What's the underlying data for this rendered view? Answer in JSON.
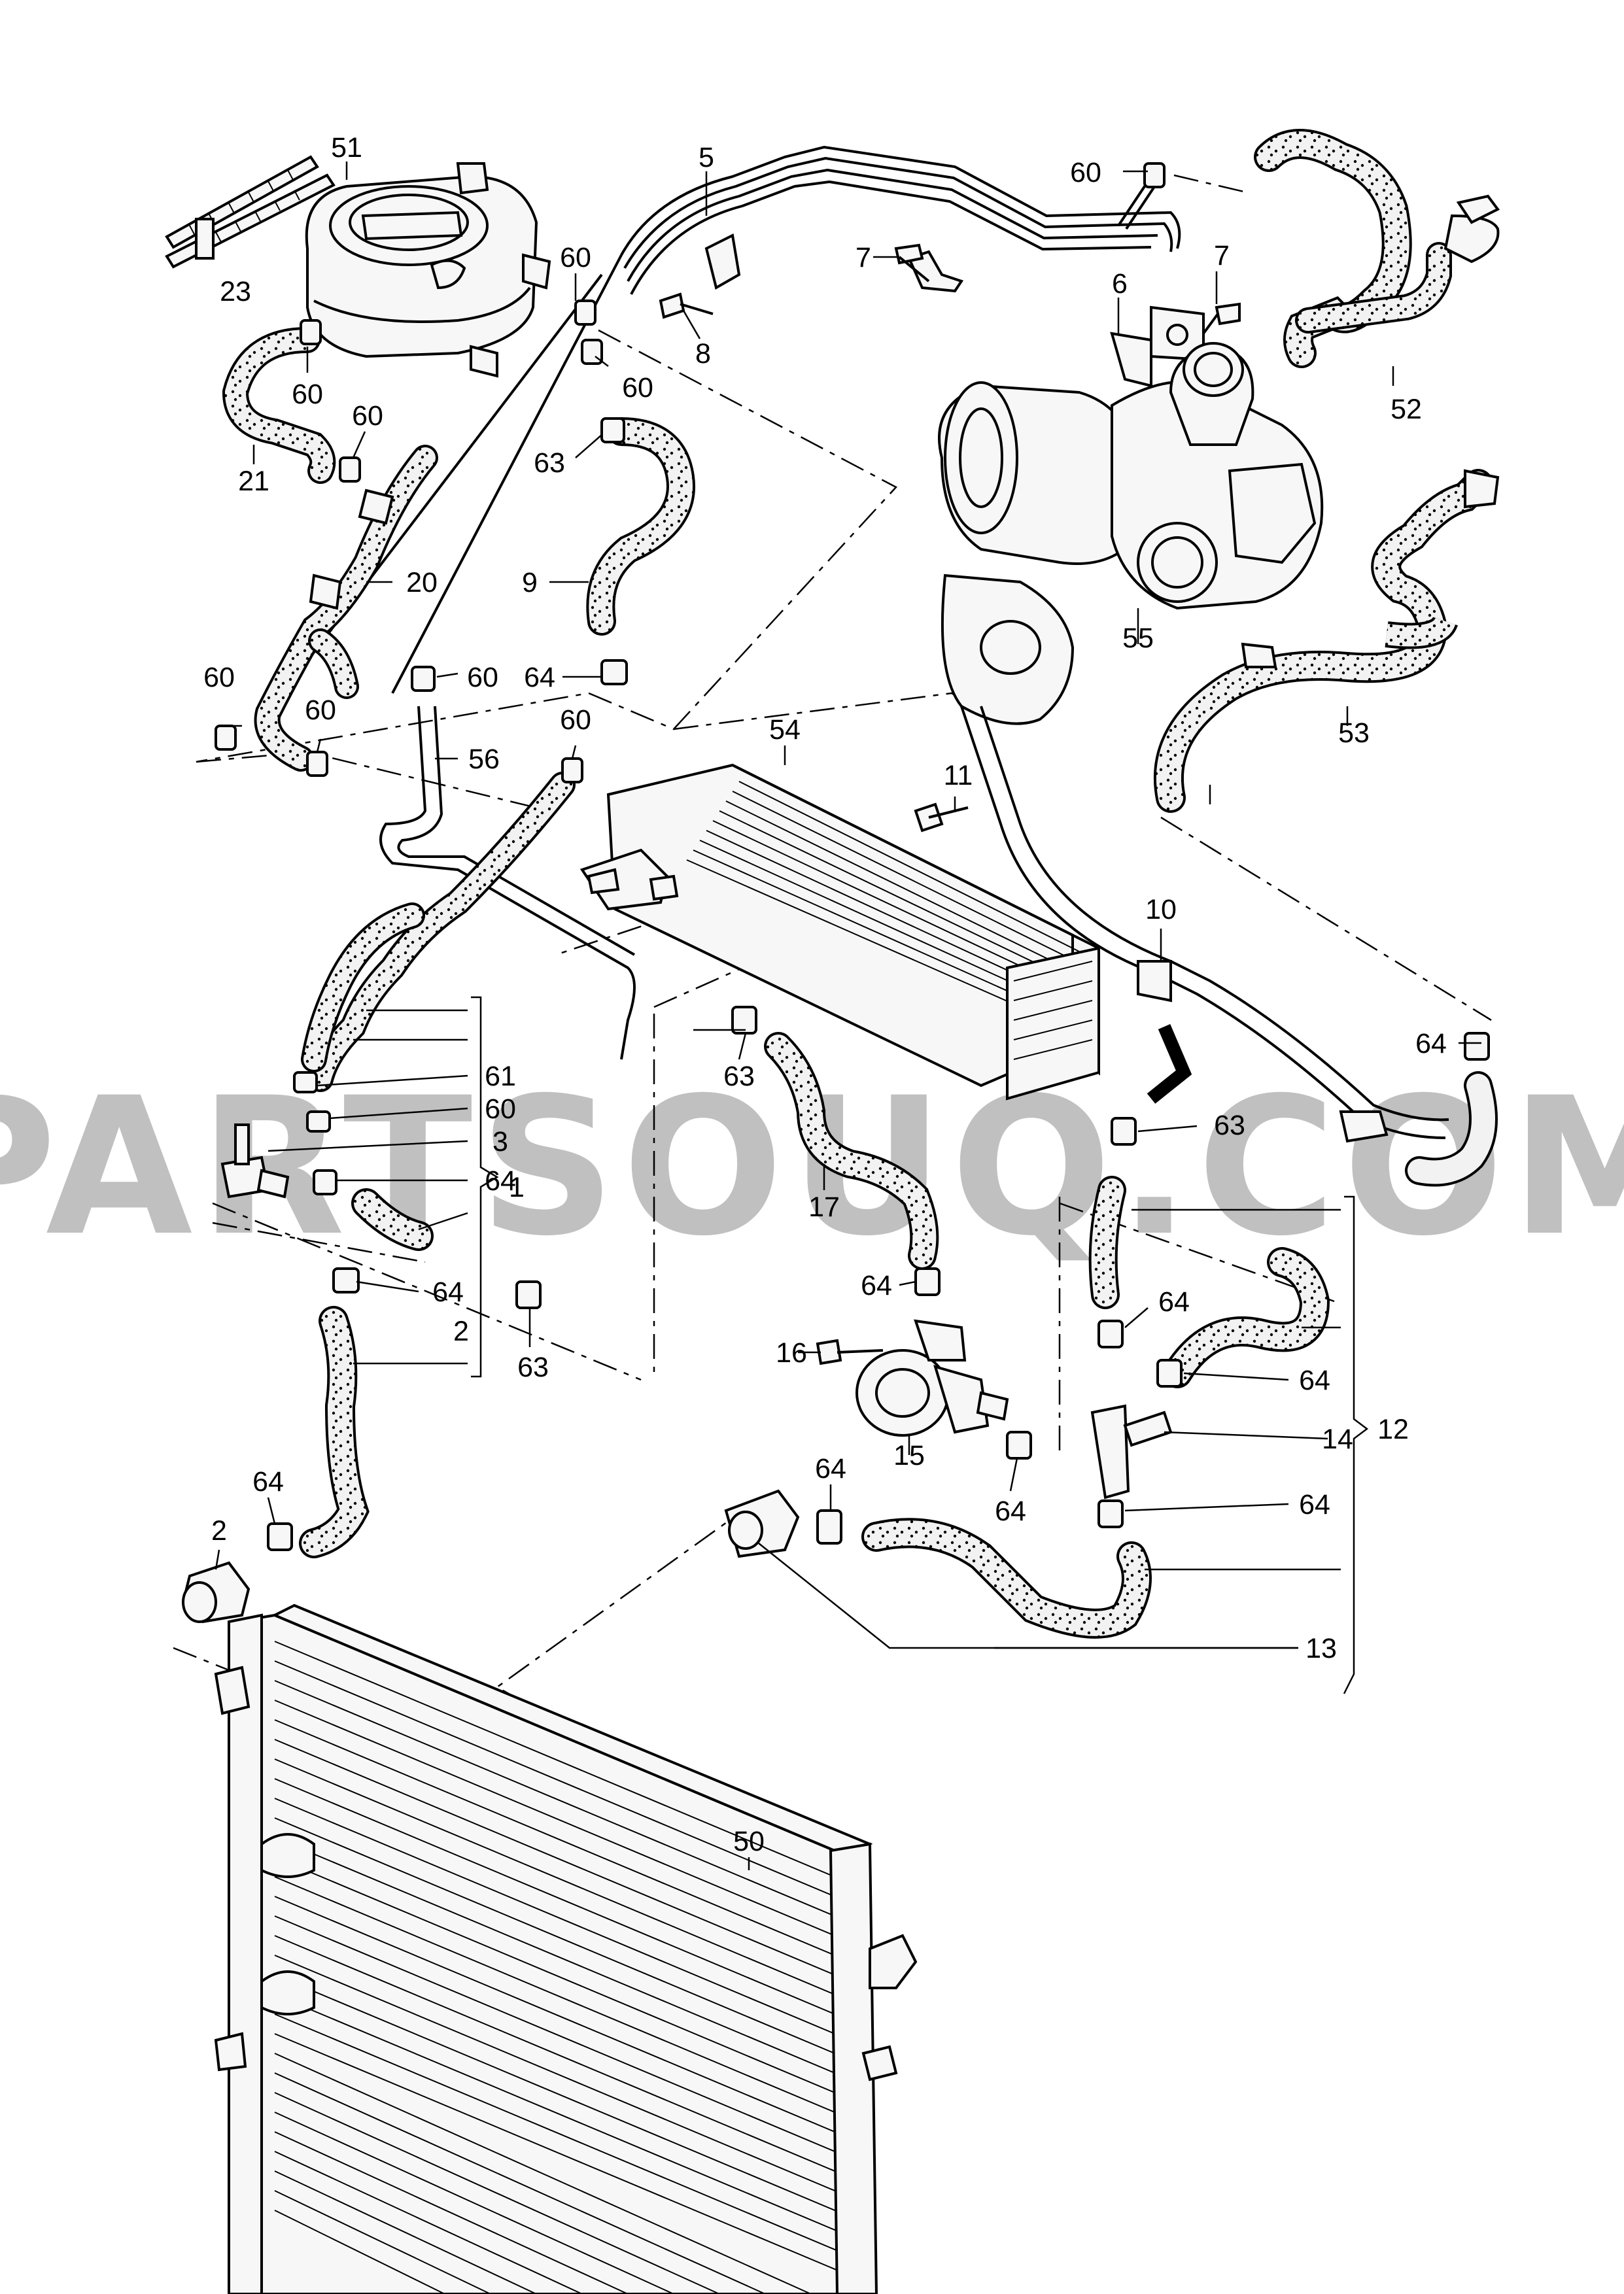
{
  "watermark": "PARTSOUQ.COM",
  "callouts": {
    "c1": "1",
    "c2a": "2",
    "c2b": "2",
    "c3": "3",
    "c5": "5",
    "c6": "6",
    "c7a": "7",
    "c7b": "7",
    "c8": "8",
    "c9": "9",
    "c10": "10",
    "c11": "11",
    "c12": "12",
    "c13": "13",
    "c14": "14",
    "c15": "15",
    "c16": "16",
    "c17": "17",
    "c20": "20",
    "c21": "21",
    "c23": "23",
    "c50": "50",
    "c51": "51",
    "c52": "52",
    "c53": "53",
    "c54": "54",
    "c55": "55",
    "c56": "56",
    "c60a": "60",
    "c60b": "60",
    "c60c": "60",
    "c60d": "60",
    "c60e": "60",
    "c60f": "60",
    "c60g": "60",
    "c60h": "60",
    "c60i": "60",
    "c60j": "60",
    "c61": "61",
    "c63a": "63",
    "c63b": "63",
    "c63c": "63",
    "c63d": "63",
    "c64a": "64",
    "c64b": "64",
    "c64c": "64",
    "c64d": "64",
    "c64e": "64",
    "c64f": "64",
    "c64g": "64",
    "c64h": "64",
    "c64i": "64",
    "c64j": "64",
    "c64k": "64"
  }
}
